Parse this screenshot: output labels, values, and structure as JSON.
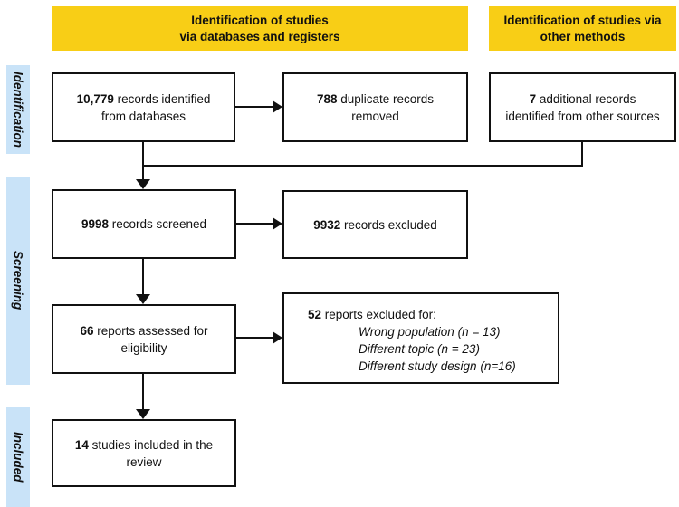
{
  "diagram": {
    "headers": {
      "databases": {
        "line1": "Identification of studies",
        "line2": "via databases and registers"
      },
      "other_methods": {
        "line1": "Identification of studies via",
        "line2": "other methods"
      }
    },
    "stages": {
      "identification": "Identification",
      "screening": "Screening",
      "included": "Included"
    },
    "boxes": {
      "identified": {
        "count": "10,779",
        "rest": " records identified",
        "line2": "from databases"
      },
      "duplicates": {
        "count": "788",
        "rest": " duplicate records",
        "line2": "removed"
      },
      "other_sources": {
        "count": "7",
        "rest": " additional records",
        "line2": "identified from other sources"
      },
      "screened": {
        "count": "9998",
        "rest": " records screened"
      },
      "excluded": {
        "count": "9932",
        "rest": " records excluded"
      },
      "assessed": {
        "count": "66",
        "rest": " reports assessed for",
        "line2": "eligibility"
      },
      "reports_excluded": {
        "count": "52",
        "rest": " reports excluded for:",
        "reasons": [
          "Wrong population (n = 13)",
          "Different topic (n = 23)",
          "Different study design (n=16)"
        ]
      },
      "included_studies": {
        "count": "14",
        "rest": " studies included in the",
        "line2": "review"
      }
    },
    "colors": {
      "header_bg": "#F8CE16",
      "stage_bg": "#C9E3F8",
      "line": "#111111"
    }
  }
}
